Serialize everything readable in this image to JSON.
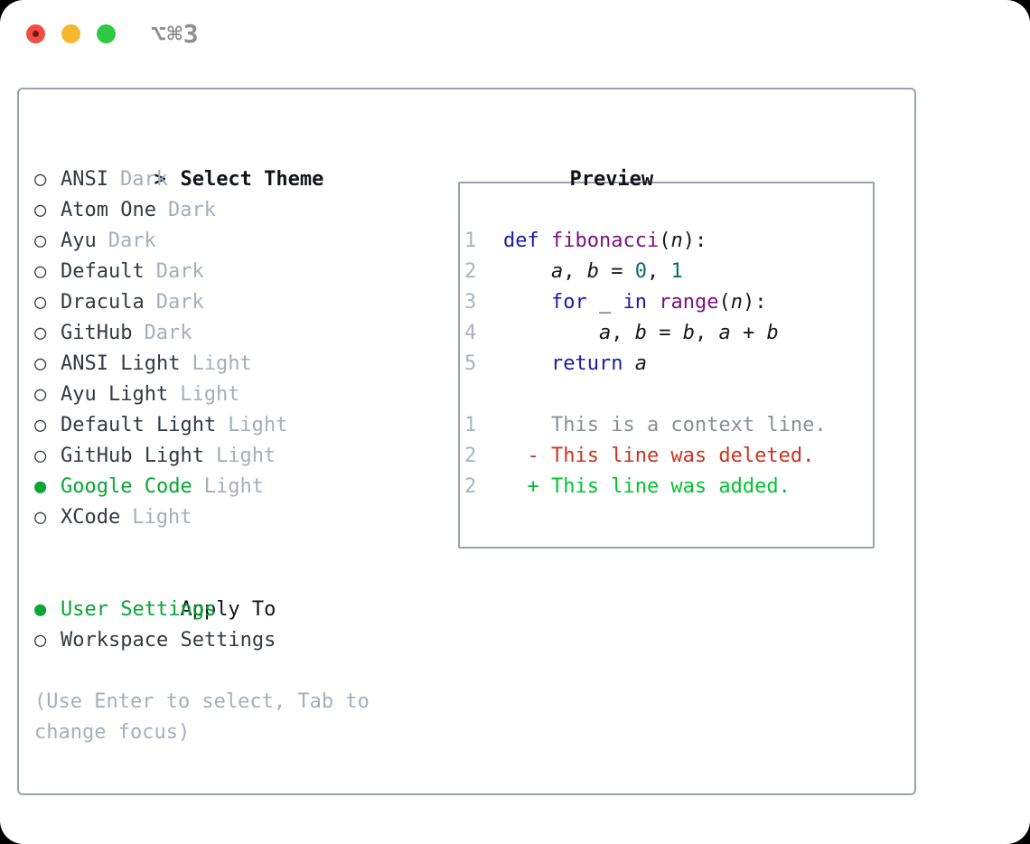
{
  "titlebar": {
    "shortcut_label": "⌥⌘3"
  },
  "glyphs": {
    "header_prefix": ">",
    "selected": "●",
    "unselected": "○"
  },
  "theme_panel": {
    "header": {
      "prefix": ">",
      "label": "Select Theme"
    },
    "items": [
      {
        "name": "ANSI",
        "variant": "Dark",
        "selected": false
      },
      {
        "name": "Atom One",
        "variant": "Dark",
        "selected": false
      },
      {
        "name": "Ayu",
        "variant": "Dark",
        "selected": false
      },
      {
        "name": "Default",
        "variant": "Dark",
        "selected": false
      },
      {
        "name": "Dracula",
        "variant": "Dark",
        "selected": false
      },
      {
        "name": "GitHub",
        "variant": "Dark",
        "selected": false
      },
      {
        "name": "ANSI Light",
        "variant": "Light",
        "selected": false
      },
      {
        "name": "Ayu Light",
        "variant": "Light",
        "selected": false
      },
      {
        "name": "Default Light",
        "variant": "Light",
        "selected": false
      },
      {
        "name": "GitHub Light",
        "variant": "Light",
        "selected": false
      },
      {
        "name": "Google Code",
        "variant": "Light",
        "selected": true
      },
      {
        "name": "XCode",
        "variant": "Light",
        "selected": false
      }
    ],
    "apply_to": {
      "header": "Apply To",
      "options": [
        {
          "label": "User Settings",
          "selected": true
        },
        {
          "label": "Workspace Settings",
          "selected": false
        }
      ]
    },
    "hint_line1": "(Use Enter to select, Tab to",
    "hint_line2": "change focus)"
  },
  "preview": {
    "header": "Preview",
    "lines": [
      {
        "num": "1",
        "tokens": [
          [
            "kw",
            "def"
          ],
          [
            "pl",
            " "
          ],
          [
            "fn",
            "fibonacci"
          ],
          [
            "pl",
            "("
          ],
          [
            "v",
            "n"
          ],
          [
            "pl",
            "):"
          ]
        ]
      },
      {
        "num": "2",
        "tokens": [
          [
            "pl",
            "    "
          ],
          [
            "v",
            "a"
          ],
          [
            "pl",
            ", "
          ],
          [
            "v",
            "b"
          ],
          [
            "pl",
            " = "
          ],
          [
            "lit",
            "0"
          ],
          [
            "pl",
            ", "
          ],
          [
            "lit",
            "1"
          ]
        ]
      },
      {
        "num": "3",
        "tokens": [
          [
            "pl",
            "    "
          ],
          [
            "kw",
            "for"
          ],
          [
            "pl",
            " _ "
          ],
          [
            "kw",
            "in"
          ],
          [
            "pl",
            " "
          ],
          [
            "fn",
            "range"
          ],
          [
            "pl",
            "("
          ],
          [
            "v",
            "n"
          ],
          [
            "pl",
            "):"
          ]
        ]
      },
      {
        "num": "4",
        "tokens": [
          [
            "pl",
            "        "
          ],
          [
            "v",
            "a"
          ],
          [
            "pl",
            ", "
          ],
          [
            "v",
            "b"
          ],
          [
            "pl",
            " = "
          ],
          [
            "v",
            "b"
          ],
          [
            "pl",
            ", "
          ],
          [
            "v",
            "a"
          ],
          [
            "pl",
            " + "
          ],
          [
            "v",
            "b"
          ]
        ]
      },
      {
        "num": "5",
        "tokens": [
          [
            "pl",
            "    "
          ],
          [
            "kw",
            "return"
          ],
          [
            "pl",
            " "
          ],
          [
            "v",
            "a"
          ]
        ]
      },
      {
        "blank": true
      },
      {
        "num": "1",
        "tokens": [
          [
            "ctx",
            "    This is a context line."
          ]
        ]
      },
      {
        "num": "2",
        "tokens": [
          [
            "del",
            "  - This line was deleted."
          ]
        ]
      },
      {
        "num": "2",
        "tokens": [
          [
            "add",
            "  + This line was added."
          ]
        ]
      }
    ]
  },
  "colors": {
    "traffic_close": "#ef4d43",
    "traffic_close_dot": "#6e1611",
    "traffic_minimize": "#f6b82f",
    "traffic_zoom": "#2ec943",
    "titlebar_label_gray": "#8e8e8e",
    "border_gray": "#9aa3ad",
    "header_text": "#101418",
    "item_text": "#343a43",
    "muted_gray": "#a6aebb",
    "selected_green": "#09a633",
    "line_number_gray": "#a9b3c0",
    "keyword_blue": "#1c1caa",
    "function_purple": "#7a127a",
    "literal_teal": "#0e6b6b",
    "context_gray": "#8a8f94",
    "diff_deleted_red": "#cc3322",
    "diff_added_green": "#00c52e"
  }
}
